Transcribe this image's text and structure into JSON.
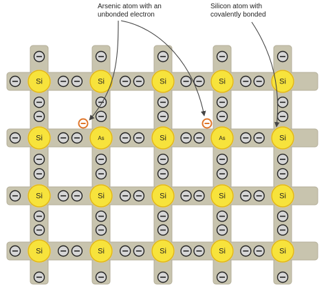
{
  "annotations": {
    "arsenic": "Arsenic atom with an\nunbonded electron",
    "silicon": "Silicon atom with\ncovalently bonded"
  },
  "lattice": {
    "rows": [
      [
        "Si",
        "Si",
        "Si",
        "Si",
        "Si"
      ],
      [
        "Si",
        "As",
        "Si",
        "As",
        "Si"
      ],
      [
        "Si",
        "Si",
        "Si",
        "Si",
        "Si"
      ],
      [
        "Si",
        "Si",
        "Si",
        "Si",
        "Si"
      ]
    ]
  },
  "electron_symbol": "⊖",
  "colors": {
    "bond": "#c8c4ae",
    "bond_edge": "#b3ae98",
    "atom_fill": "#f7e33c",
    "atom_edge": "#e0b41a",
    "electron_fill": "#d6d6d6",
    "free_electron": "#e0762a",
    "arrow": "#444444"
  }
}
